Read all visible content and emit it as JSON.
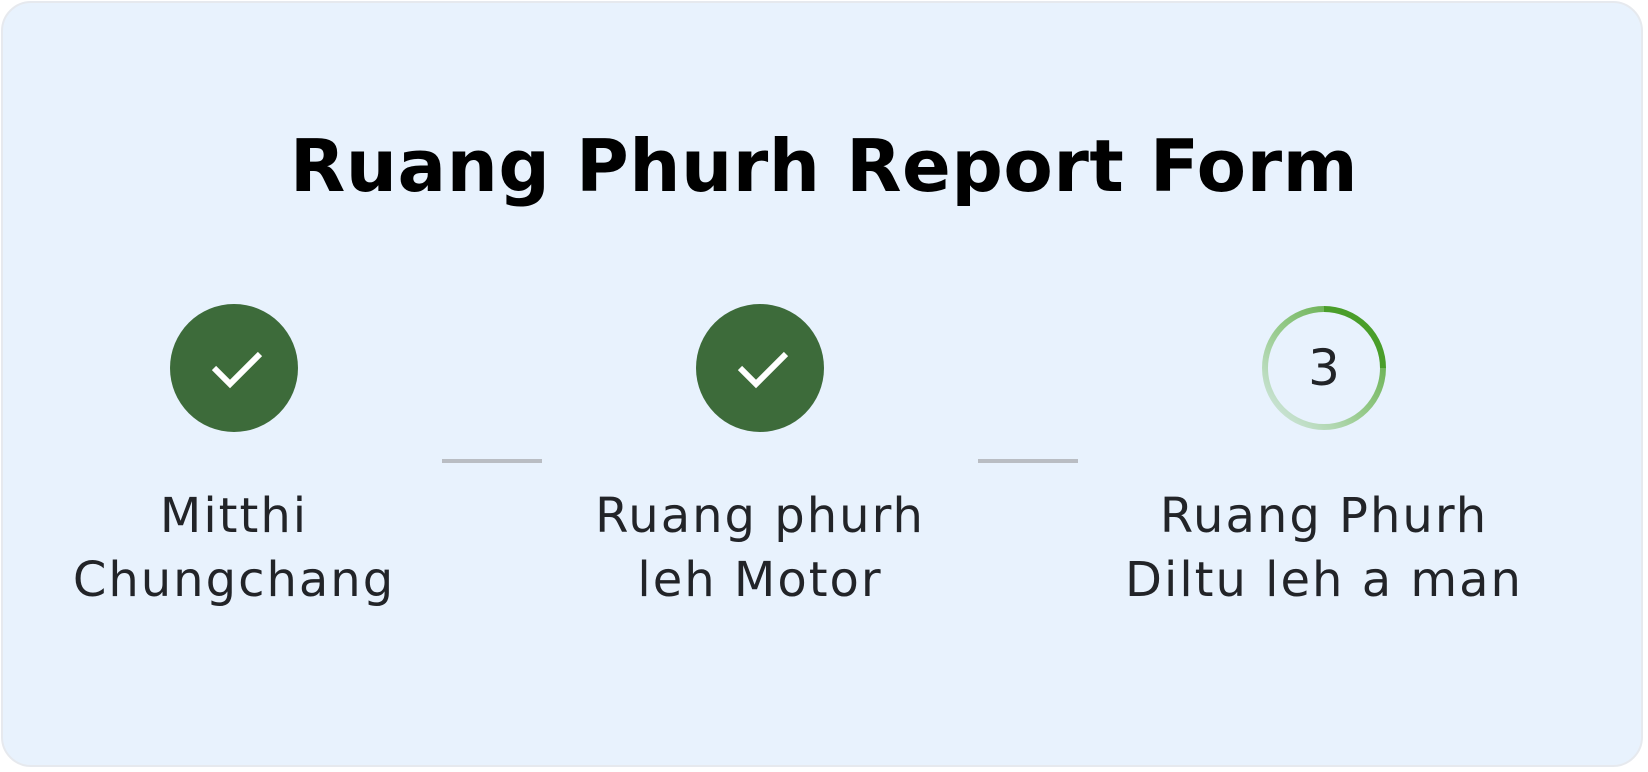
{
  "form": {
    "title": "Ruang Phurh Report Form"
  },
  "stepper": {
    "active_color": "#3d6b3a",
    "progress_color": "#4a9e2a",
    "connector_color": "#b9bdc3",
    "steps": [
      {
        "label_line1": "Mitthi",
        "label_line2": "Chungchang",
        "status": "completed",
        "icon": "check-icon"
      },
      {
        "label_line1": "Ruang phurh",
        "label_line2": "leh Motor",
        "status": "completed",
        "icon": "check-icon"
      },
      {
        "number": "3",
        "label_line1": "Ruang Phurh",
        "label_line2": "Diltu leh a man",
        "status": "current"
      }
    ]
  }
}
